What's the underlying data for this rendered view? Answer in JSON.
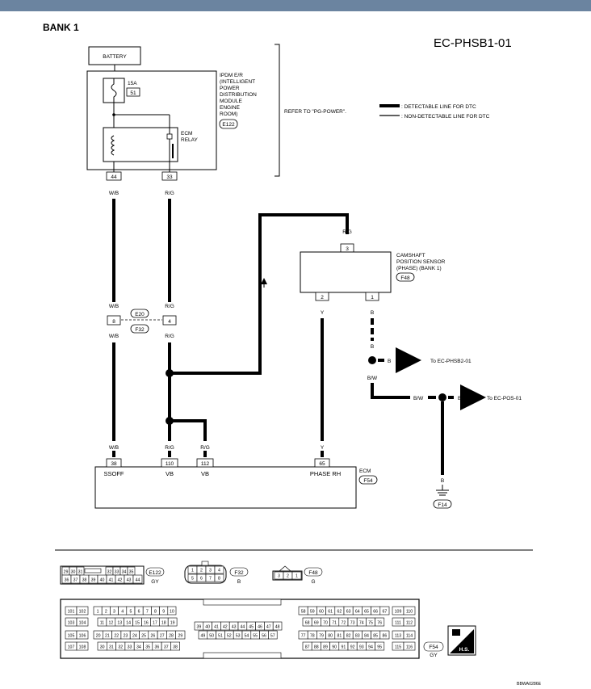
{
  "header": {
    "bank": "BANK 1",
    "code": "EC-PHSB1-01"
  },
  "legend": {
    "detectable": ": DETECTABLE LINE FOR DTC",
    "non_detectable": ": NON-DETECTABLE LINE FOR DTC"
  },
  "battery": "BATTERY",
  "ipdm": {
    "lines": [
      "IPDM E/R",
      "(INTELLIGENT",
      "POWER",
      "DISTRIBUTION",
      "MODULE",
      "ENGINE",
      "ROOM)"
    ],
    "connector": "E122",
    "fuse_amp": "15A",
    "fuse_no": "51",
    "relay": [
      "ECM",
      "RELAY"
    ],
    "pin_left": "44",
    "pin_right": "33"
  },
  "refer": "REFER TO \"PG-POWER\".",
  "wires": {
    "wb": "W/B",
    "rg": "R/G",
    "y": "Y",
    "b": "B",
    "bw": "B/W"
  },
  "joint": {
    "pin_left": "8",
    "pin_right": "4",
    "conn_top": "E20",
    "conn_bottom": "F32"
  },
  "sensor": {
    "lines": [
      "CAMSHAFT",
      "POSITION SENSOR",
      "(PHASE) (BANK 1)"
    ],
    "connector": "F48",
    "pin_top": "3",
    "pin_left": "2",
    "pin_right": "1"
  },
  "refs": {
    "phsb2": "To EC-PHSB2-01",
    "pos": "To EC-POS-01"
  },
  "ecm": {
    "label": "ECM",
    "connector": "F54",
    "pins": [
      {
        "no": "38",
        "name": "SSOFF"
      },
      {
        "no": "110",
        "name": "VB"
      },
      {
        "no": "112",
        "name": "VB"
      },
      {
        "no": "65",
        "name": "PHASE RH"
      }
    ]
  },
  "ground": "F14",
  "bottom": {
    "e122_row1": [
      "29",
      "30",
      "31",
      "",
      "32",
      "33",
      "34",
      "35"
    ],
    "e122_row2": [
      "36",
      "37",
      "38",
      "39",
      "40",
      "41",
      "42",
      "43",
      "44"
    ],
    "e122_label": "E122",
    "e122_color": "GY",
    "f32_row1": [
      "1",
      "2",
      "3",
      "4"
    ],
    "f32_row2": [
      "5",
      "6",
      "7",
      "8"
    ],
    "f32_label": "F32",
    "f32_color": "B",
    "f48_pins": [
      "3",
      "2",
      "1"
    ],
    "f48_label": "F48",
    "f48_color": "G",
    "f54_label": "F54",
    "f54_color": "GY",
    "hs": "H.S.",
    "ecm_left": [
      [
        "101",
        "102"
      ],
      [
        "103",
        "104"
      ],
      [
        "105",
        "106"
      ],
      [
        "107",
        "108"
      ]
    ],
    "ecm_row1": [
      "1",
      "2",
      "3",
      "4",
      "5",
      "6",
      "7",
      "8",
      "9",
      "10"
    ],
    "ecm_row2": [
      "11",
      "12",
      "13",
      "14",
      "15",
      "16",
      "17",
      "18",
      "19"
    ],
    "ecm_row3": [
      "20",
      "21",
      "22",
      "23",
      "24",
      "25",
      "26",
      "27",
      "28",
      "29"
    ],
    "ecm_row4": [
      "30",
      "31",
      "32",
      "33",
      "34",
      "35",
      "36",
      "37",
      "38"
    ],
    "ecm_mid1": [
      "39",
      "40",
      "41",
      "42",
      "43",
      "44",
      "45",
      "46",
      "47",
      "48"
    ],
    "ecm_mid2": [
      "49",
      "50",
      "51",
      "52",
      "53",
      "54",
      "55",
      "56",
      "57"
    ],
    "ecm_r1": [
      "58",
      "59",
      "60",
      "61",
      "62",
      "63",
      "64",
      "65",
      "66",
      "67"
    ],
    "ecm_r2": [
      "68",
      "69",
      "70",
      "71",
      "72",
      "73",
      "74",
      "75",
      "76"
    ],
    "ecm_r3": [
      "77",
      "78",
      "79",
      "80",
      "81",
      "82",
      "83",
      "84",
      "85",
      "86"
    ],
    "ecm_r4": [
      "87",
      "88",
      "89",
      "90",
      "91",
      "92",
      "93",
      "94",
      "95"
    ],
    "ecm_right": [
      [
        "109",
        "110"
      ],
      [
        "111",
        "112"
      ],
      [
        "113",
        "114"
      ],
      [
        "115",
        "116"
      ]
    ]
  },
  "footer_code": "BBWA0286E"
}
